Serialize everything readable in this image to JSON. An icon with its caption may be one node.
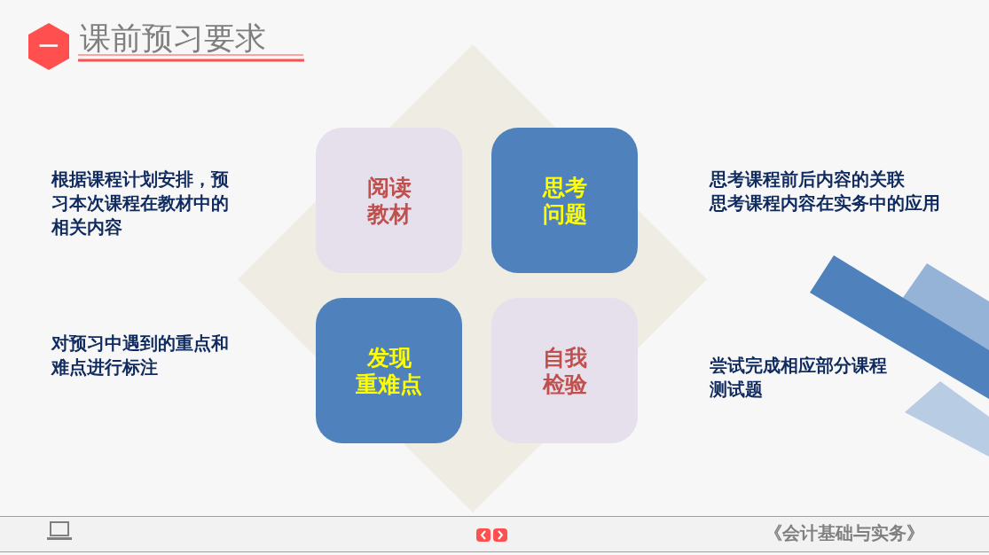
{
  "diagram": {
    "title": "课前预习要求",
    "nodes": [
      {
        "text": [
          "一"
        ]
      },
      {
        "text": [
          "阅读",
          "教材"
        ]
      },
      {
        "text": [
          "思考",
          "问题"
        ]
      },
      {
        "text": [
          "发现",
          "重难点"
        ]
      },
      {
        "text": [
          "自我",
          "检验"
        ]
      }
    ],
    "edges": [],
    "labels": [
      "根据课程计划安排，预习本次课程在教材中的相关内容",
      "思考课程前后内容的关联",
      "思考课程内容在实务中的应用",
      "对预习中遇到的重点和难点进行标注",
      "尝试完成相应部分课程测试题",
      "《会计基础与实务》"
    ]
  }
}
